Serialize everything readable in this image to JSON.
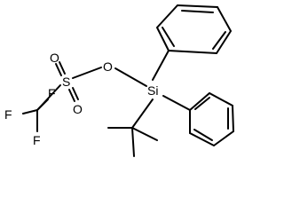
{
  "molecule": {
    "atoms": {
      "f1": "F",
      "f2": "F",
      "f3": "F",
      "s": "S",
      "o_top": "O",
      "o_bottom": "O",
      "o_ester": "O",
      "si": "Si"
    },
    "bond_line_color": "#000000",
    "label_color": "#000000",
    "background_color": "#ffffff"
  }
}
